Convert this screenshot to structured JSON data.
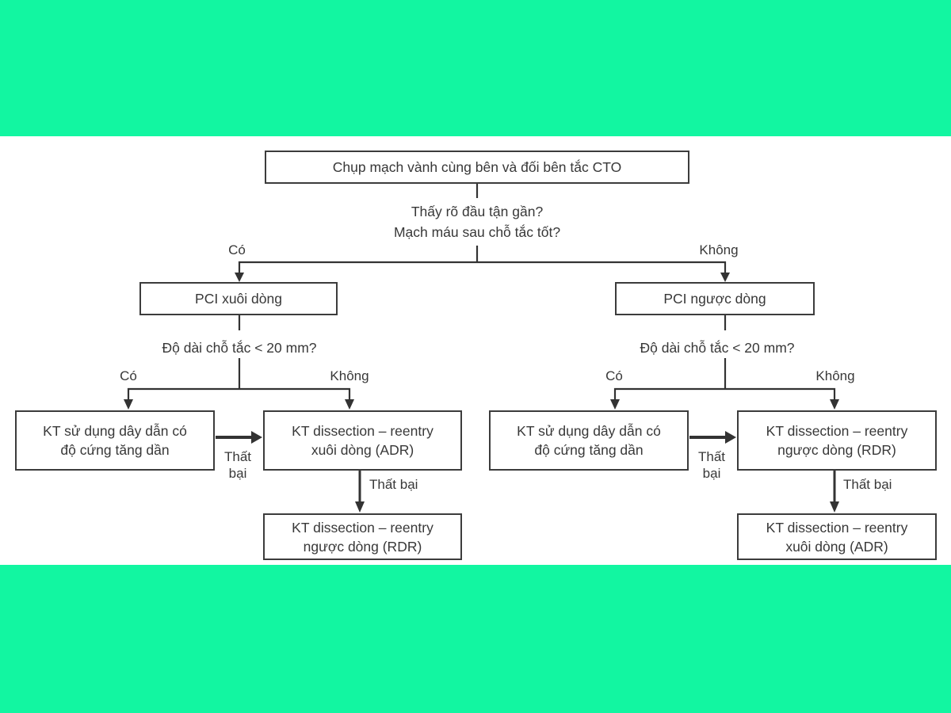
{
  "colors": {
    "band": "#12F6A1",
    "panel": "#FFFFFF",
    "line": "#333333",
    "text": "#383838"
  },
  "root_box": {
    "label": "Chụp mạch vành cùng bên và đối bên tắc CTO"
  },
  "question_proximal": {
    "line1": "Thấy rõ đầu tận gần?",
    "line2": "Mạch máu sau chỗ tắc tốt?"
  },
  "decision_labels": {
    "yes": "Có",
    "no": "Không"
  },
  "fail_labels": {
    "inline": "Thất bại",
    "stacked_line1": "Thất",
    "stacked_line2": "bại"
  },
  "left_branch": {
    "pci_box": "PCI xuôi dòng",
    "length_question": "Độ dài chỗ tắc < 20 mm?",
    "wire_box": {
      "line1": "KT sử dụng dây dẫn có",
      "line2": "độ cứng tăng dần"
    },
    "mid_box": {
      "line1": "KT dissection – reentry",
      "line2": "xuôi dòng (ADR)"
    },
    "bottom_box": {
      "line1": "KT dissection – reentry",
      "line2": "ngược dòng (RDR)"
    }
  },
  "right_branch": {
    "pci_box": "PCI ngược dòng",
    "length_question": "Độ dài chỗ tắc < 20 mm?",
    "wire_box": {
      "line1": "KT sử dụng dây dẫn có",
      "line2": "độ cứng tăng dần"
    },
    "mid_box": {
      "line1": "KT dissection – reentry",
      "line2": "ngược dòng (RDR)"
    },
    "bottom_box": {
      "line1": "KT dissection – reentry",
      "line2": "xuôi dòng (ADR)"
    }
  }
}
